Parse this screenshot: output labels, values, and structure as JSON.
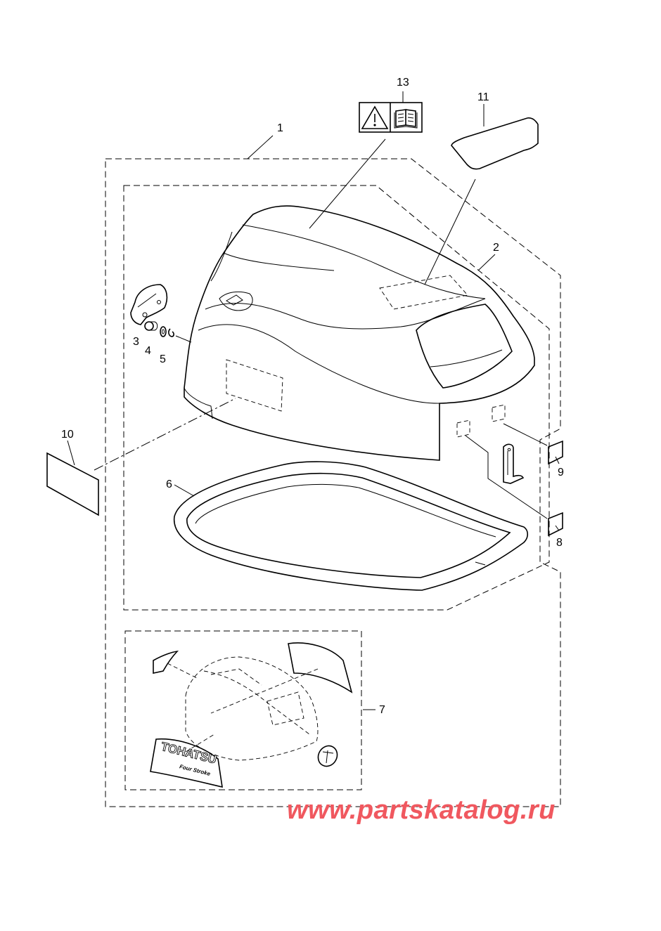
{
  "callouts": {
    "c1": "1",
    "c2": "2",
    "c3": "3",
    "c4": "4",
    "c5": "5",
    "c6": "6",
    "c7": "7",
    "c8": "8",
    "c9": "9",
    "c10": "10",
    "c11": "11",
    "c13": "13"
  },
  "brand": {
    "text": "TOHATSU",
    "subtext": "Four Stroke"
  },
  "watermark": {
    "text": "www.partskatalog.ru",
    "color": "#f0585f"
  },
  "icons": [
    "warning-triangle-icon",
    "manual-book-icon"
  ]
}
